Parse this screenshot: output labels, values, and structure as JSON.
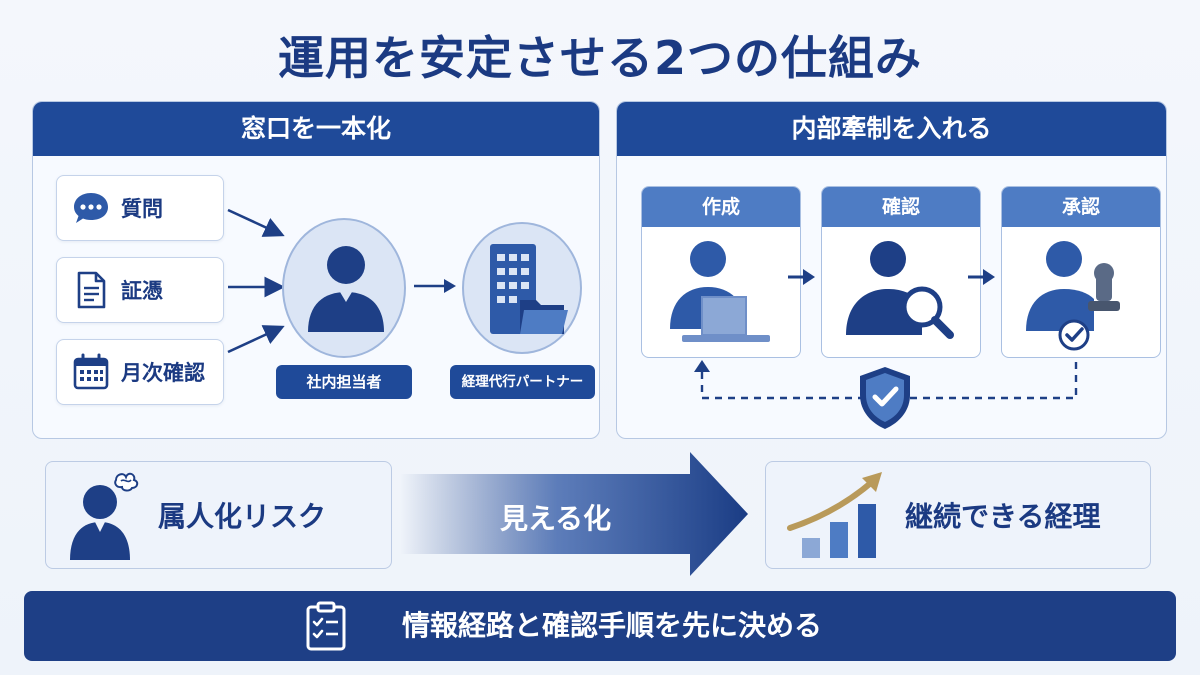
{
  "title": "運用を安定させる2つの仕組み",
  "left_panel": {
    "heading": "窓口を一本化",
    "sources": [
      {
        "label": "質問",
        "icon": "chat-bubble-icon"
      },
      {
        "label": "証憑",
        "icon": "document-icon"
      },
      {
        "label": "月次確認",
        "icon": "calendar-icon"
      }
    ],
    "person_label": "社内担当者",
    "partner_label": "経理代行パートナー"
  },
  "right_panel": {
    "heading": "内部牽制を入れる",
    "steps": [
      {
        "label": "作成",
        "icon": "person-laptop-icon"
      },
      {
        "label": "確認",
        "icon": "person-magnifier-icon"
      },
      {
        "label": "承認",
        "icon": "person-stamp-icon"
      }
    ]
  },
  "transformation": {
    "before_label": "属人化リスク",
    "arrow_label": "見える化",
    "after_label": "継続できる経理"
  },
  "footer": {
    "text": "情報経路と確認手順を先に決める"
  },
  "colors": {
    "navy": "#1e3f86",
    "header_blue": "#1f4a99",
    "step_head_blue": "#4e7cc4",
    "icon_blue": "#2e5aa8",
    "gold": "#b99a5a"
  }
}
